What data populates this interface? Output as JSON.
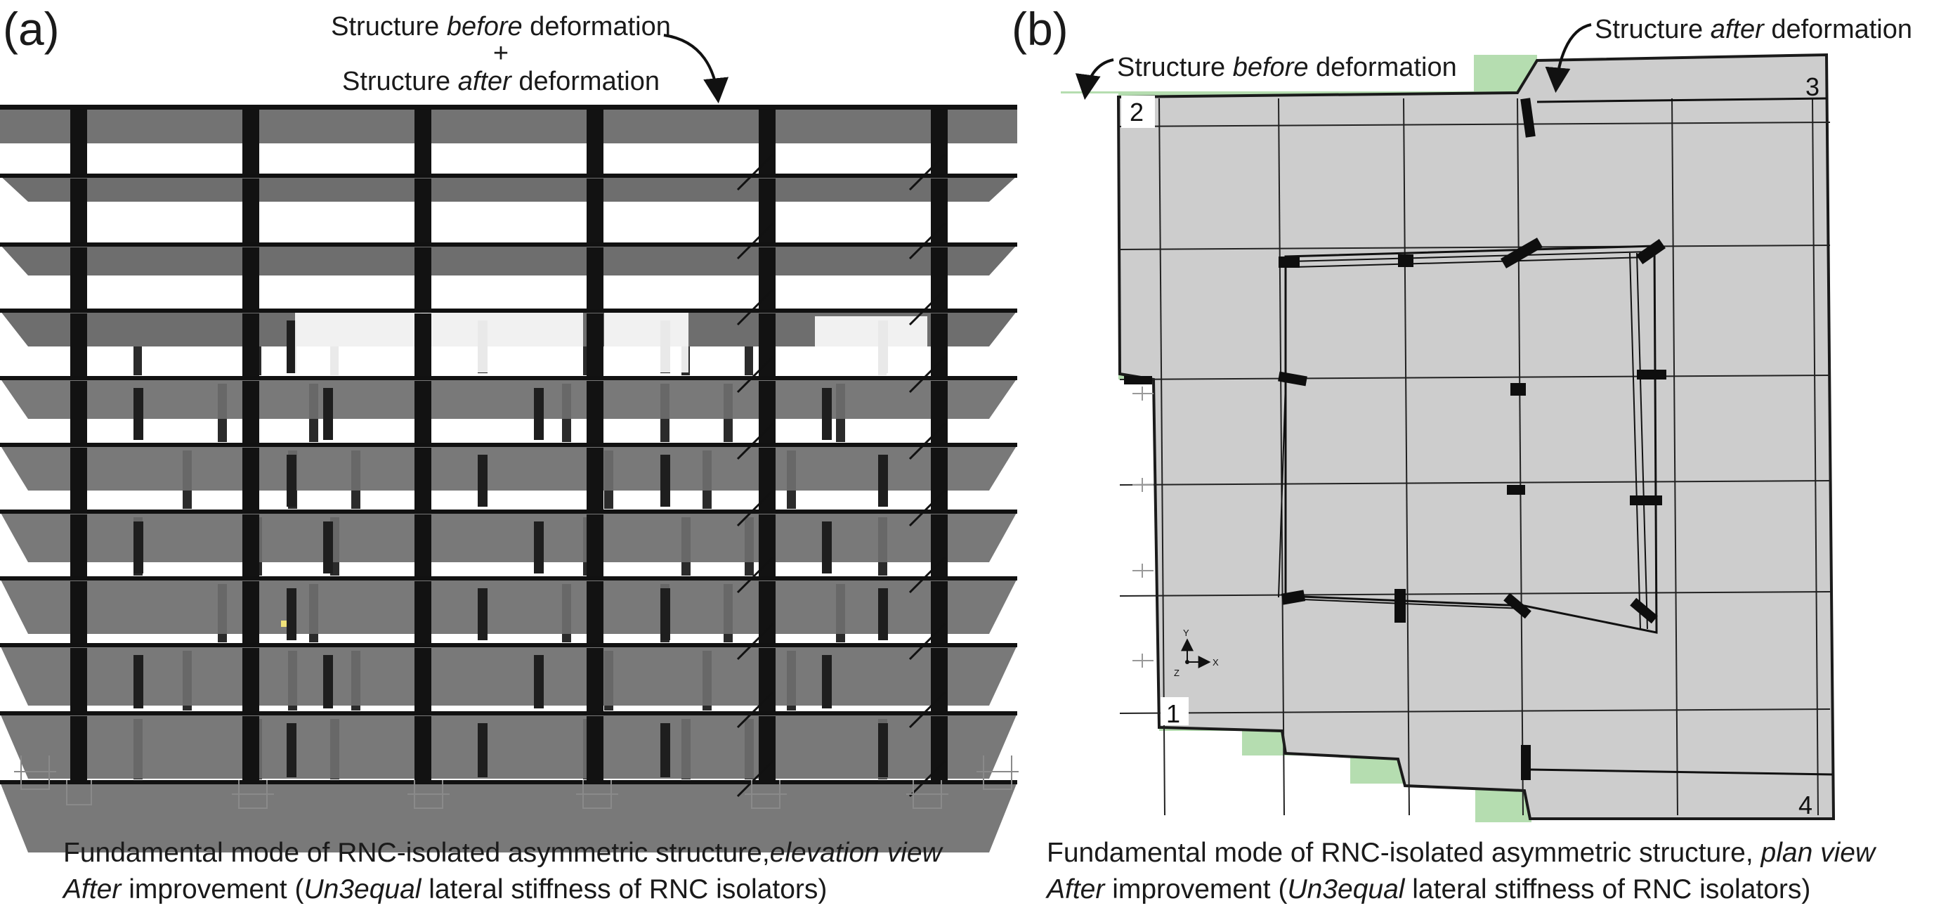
{
  "panel_a": {
    "tag": "(a)",
    "annotation": {
      "line1_pre": "Structure ",
      "line1_em": "before",
      "line1_post": " deformation",
      "plus": "+",
      "line2_pre": "Structure ",
      "line2_em": "after",
      "line2_post": " deformation"
    },
    "caption": {
      "line1_main": "Fundamental mode of RNC-isolated asymmetric structure,",
      "line1_em": "elevation view",
      "line2_em": "After",
      "line2_mid": " improvement (",
      "line2_em2": "Un3equal",
      "line2_post": " lateral stiffness of RNC isolators)"
    }
  },
  "panel_b": {
    "tag": "(b)",
    "annotation_before": {
      "pre": "Structure ",
      "em": "before",
      "post": " deformation"
    },
    "annotation_after": {
      "pre": "Structure ",
      "em": "after",
      "post": " deformation"
    },
    "corner_labels": [
      "1",
      "2",
      "3",
      "4"
    ],
    "axes": {
      "y": "Y",
      "z": "Z",
      "x": "X"
    },
    "caption": {
      "line1_main": "Fundamental mode of RNC-isolated asymmetric structure, ",
      "line1_em": "plan view",
      "line2_em": "After",
      "line2_mid": " improvement (",
      "line2_em2": "Un3equal",
      "line2_post": " lateral stiffness of RNC isolators)"
    }
  },
  "colors": {
    "slab": "#6e6e6e",
    "column": "#121212",
    "plan_fill": "#cdcdcd",
    "before_shape": "#b5ddb0",
    "ink": "#1a1a1a"
  }
}
